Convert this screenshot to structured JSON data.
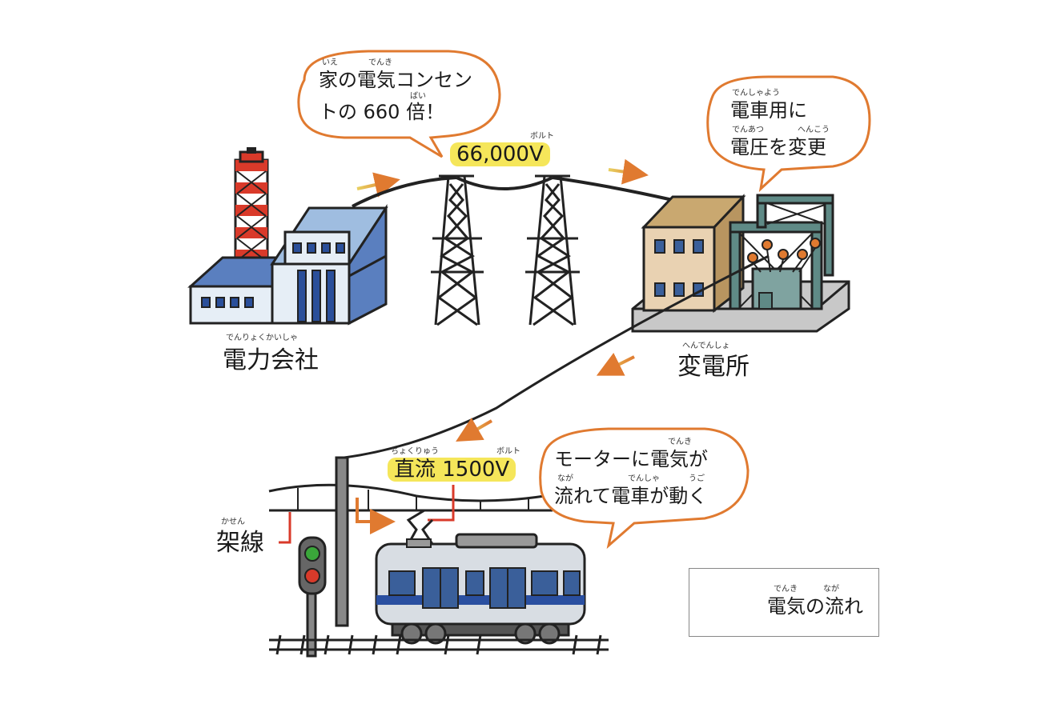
{
  "labels": {
    "power_company": {
      "text": "電力会社",
      "ruby": "でんりょくかいしゃ"
    },
    "substation": {
      "text": "変電所",
      "ruby": "へんでんしょ"
    },
    "overhead_wire": {
      "text": "架線",
      "ruby": "かせん"
    }
  },
  "voltages": {
    "transmission": {
      "text": "66,000V",
      "ruby": "ボルト"
    },
    "dc": {
      "text": "直流 1500V",
      "ruby_left": "ちょくりゅう",
      "ruby_right": "ボルト"
    }
  },
  "bubbles": {
    "outlet": {
      "line1": "家の電気コンセン",
      "line2": "トの 660 倍！",
      "ruby_ie": "いえ",
      "ruby_denki": "でんき",
      "ruby_bai": "ばい"
    },
    "train_use": {
      "line1": "電車用に",
      "line2": "電圧を変更",
      "ruby_line1": "でんしゃよう",
      "ruby_denatsu": "でんあつ",
      "ruby_henkou": "へんこう"
    },
    "motor": {
      "line1": "モーターに電気が",
      "line2": "流れて電車が動く",
      "ruby_denki": "でんき",
      "ruby_naga": "なが",
      "ruby_densha": "でんしゃ",
      "ruby_ugo": "うご"
    }
  },
  "legend": {
    "text": "電気の流れ",
    "ruby_denki": "でんき",
    "ruby_naga": "なが"
  },
  "colors": {
    "flow_arrow": "#e07a30",
    "bubble_border": "#e07a30",
    "highlight": "#f5e65a",
    "wire_marker": "#d93a2a",
    "train_stripe": "#2a4fa0"
  }
}
